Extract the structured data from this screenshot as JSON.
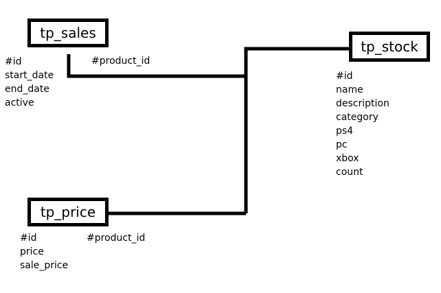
{
  "entities": {
    "sales": {
      "name": "tp_sales",
      "attributes": [
        "#id",
        "start_date",
        "end_date",
        "active"
      ],
      "foreign_key": "#product_id"
    },
    "stock": {
      "name": "tp_stock",
      "attributes": [
        "#id",
        "name",
        "description",
        "category",
        "ps4",
        "pc",
        "xbox",
        "count"
      ]
    },
    "price": {
      "name": "tp_price",
      "attributes": [
        "#id",
        "price",
        "sale_price"
      ],
      "foreign_key": "#product_id"
    }
  },
  "relations": [
    {
      "from": "tp_sales",
      "to": "tp_stock",
      "via": "#product_id"
    },
    {
      "from": "tp_price",
      "to": "tp_stock",
      "via": "#product_id"
    }
  ]
}
